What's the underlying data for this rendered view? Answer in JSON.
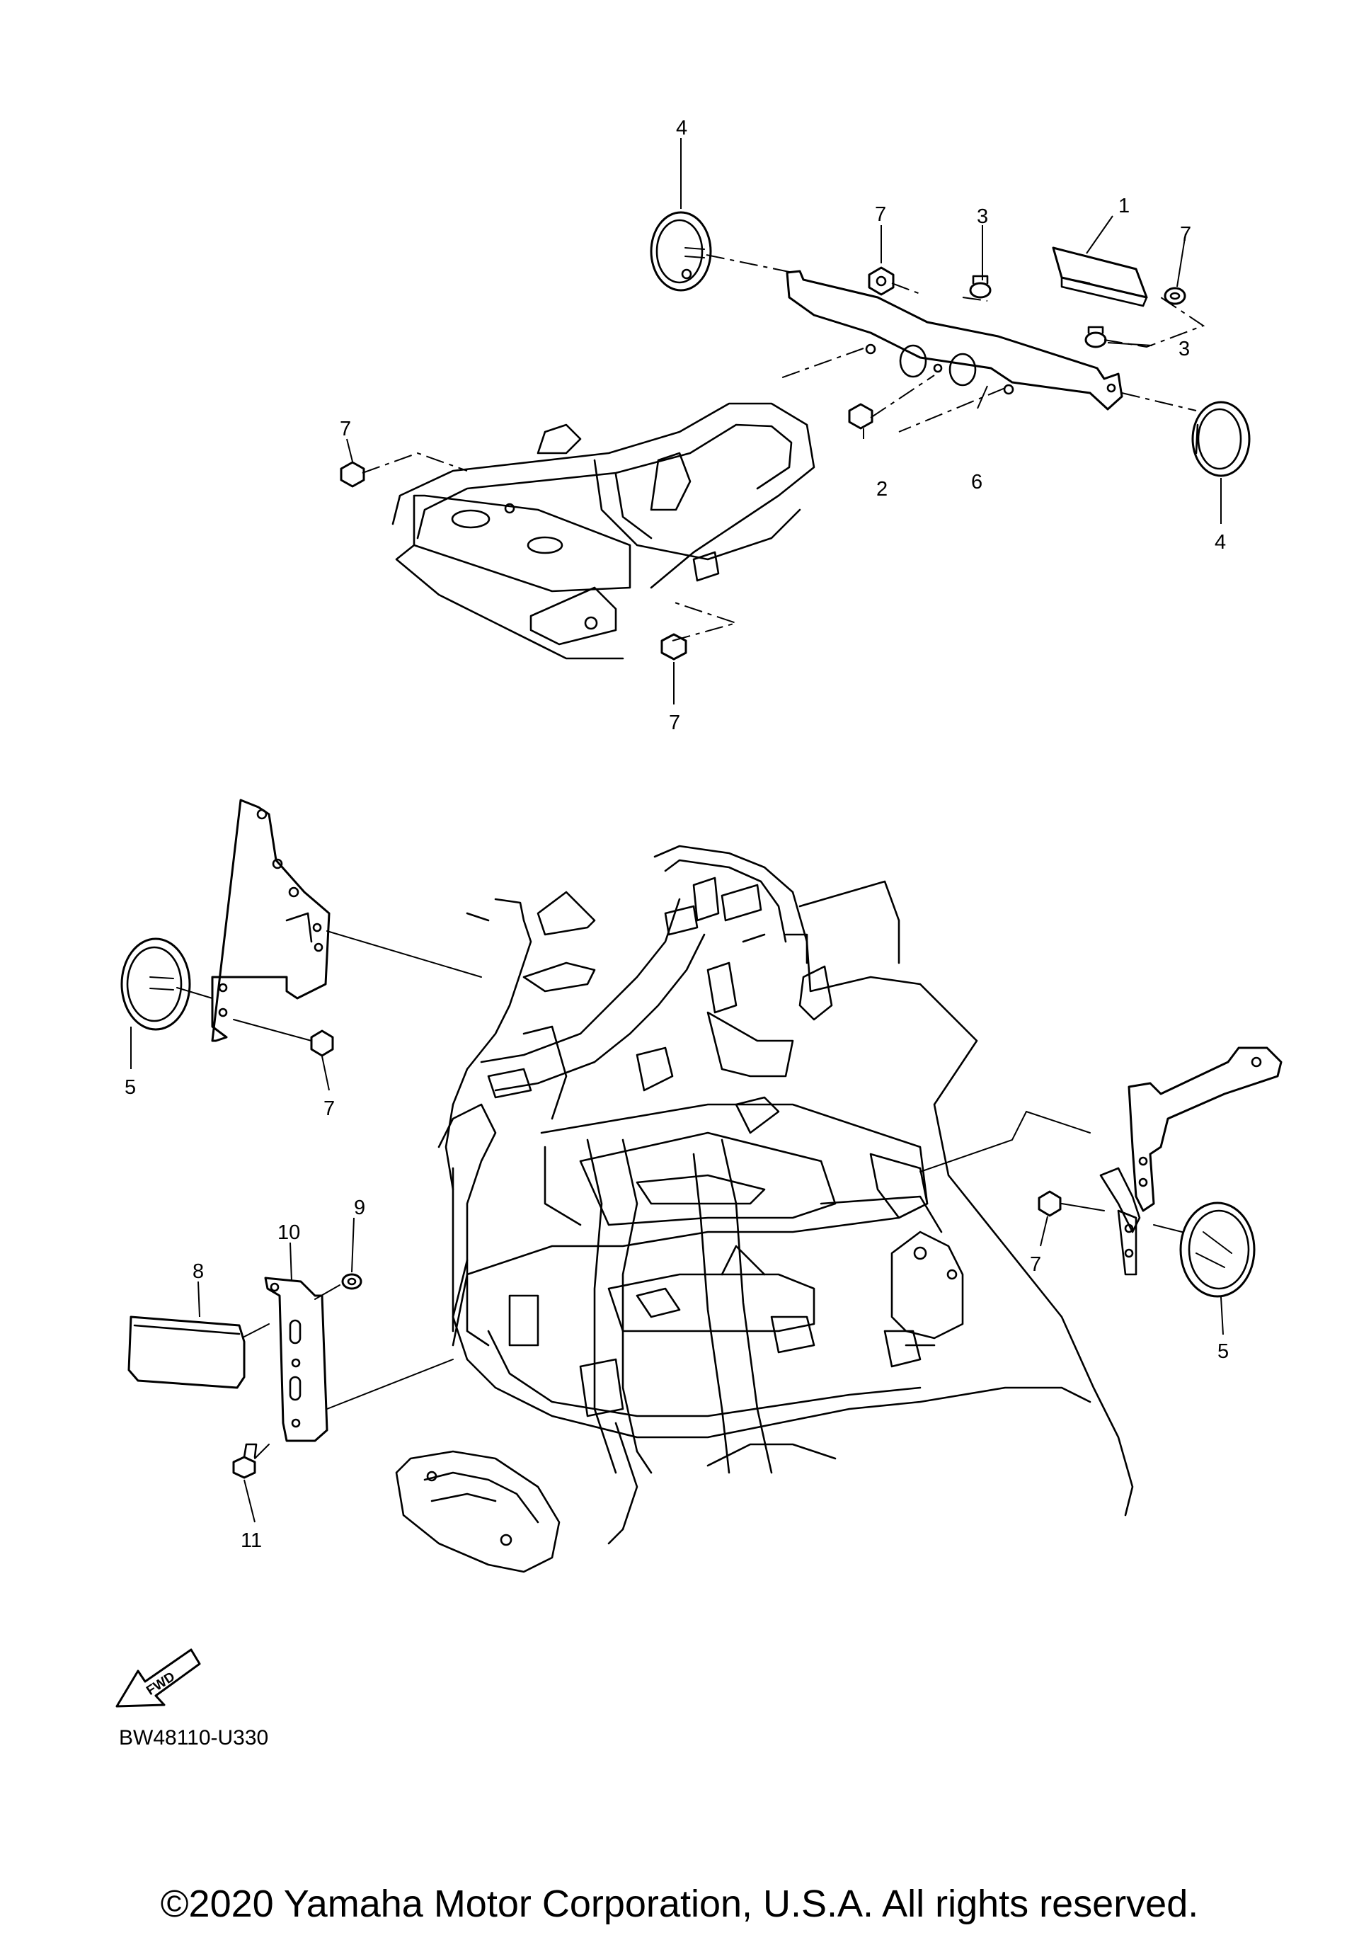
{
  "callouts": {
    "c1": "1",
    "c2": "2",
    "c3a": "3",
    "c3b": "3",
    "c4a": "4",
    "c4b": "4",
    "c5a": "5",
    "c5b": "5",
    "c6": "6",
    "c7a": "7",
    "c7b": "7",
    "c7c": "7",
    "c7d": "7",
    "c7e": "7",
    "c7f": "7",
    "c8": "8",
    "c9": "9",
    "c10": "10",
    "c11": "11"
  },
  "fwd_label": "FWD",
  "diagram_code": "BW48110-U330",
  "copyright": "©2020 Yamaha Motor Corporation, U.S.A. All rights reserved."
}
